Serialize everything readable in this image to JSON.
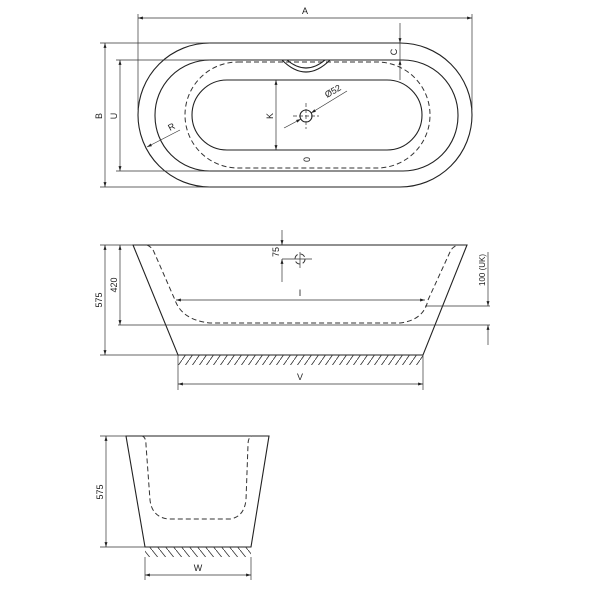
{
  "top_view": {
    "A": "A",
    "B": "B",
    "U": "U",
    "C": "C",
    "K": "K",
    "R": "R",
    "drain": "Ø52",
    "overflow_mark": "0"
  },
  "side_view": {
    "h_total": "575",
    "h_inner": "420",
    "drain_offset": "75",
    "I": "I",
    "V": "V",
    "uk": "100 (UK)"
  },
  "end_view": {
    "h_total": "575",
    "W": "W"
  },
  "colors": {
    "line": "#222222",
    "background": "#ffffff"
  }
}
